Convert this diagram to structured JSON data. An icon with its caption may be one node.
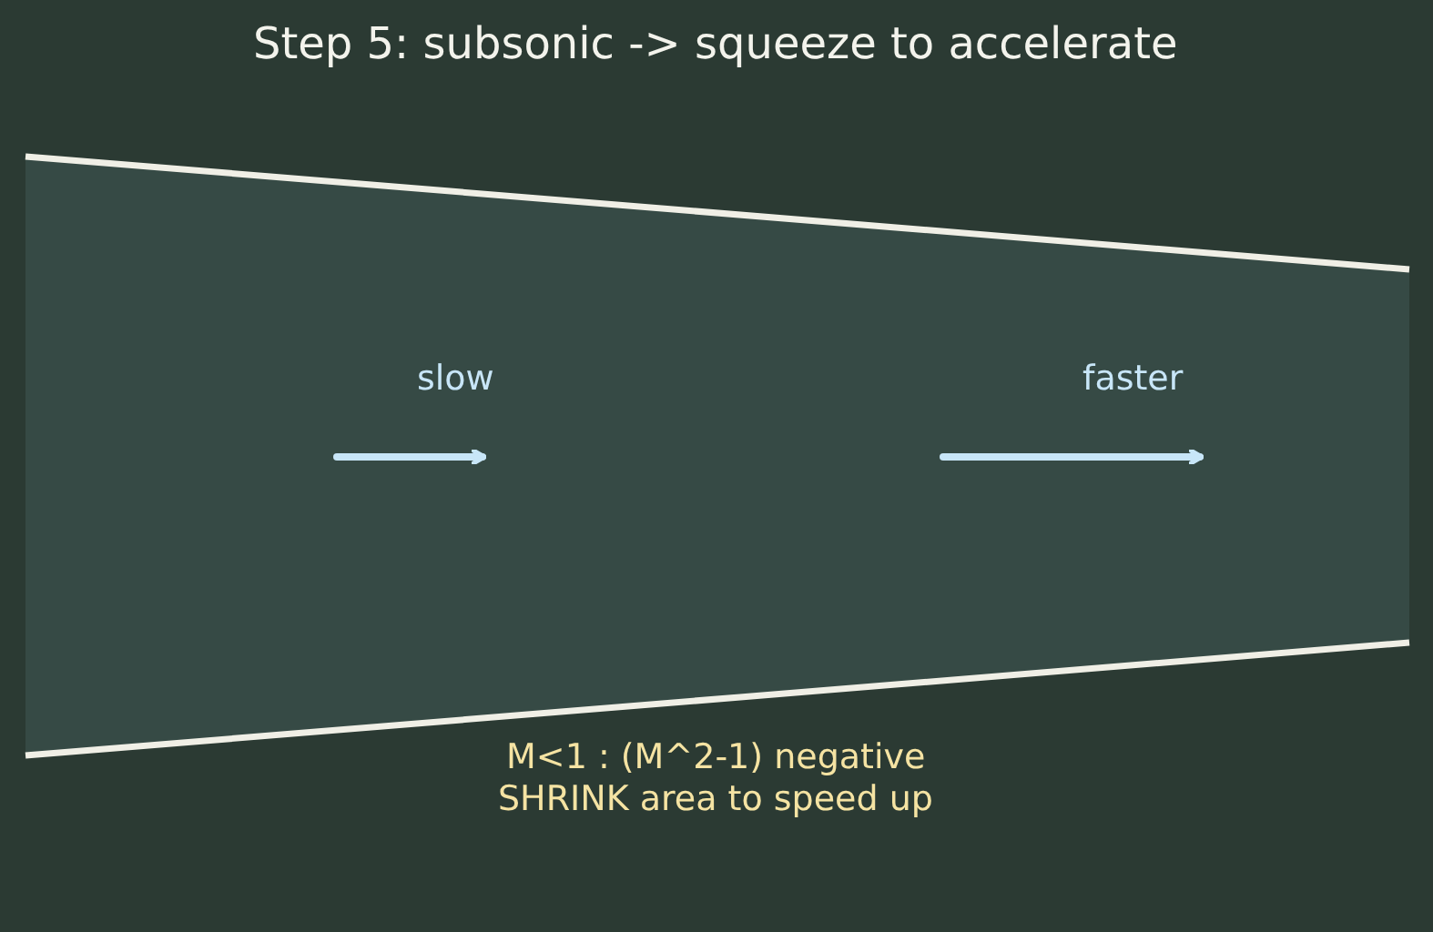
{
  "diagram": {
    "title": "Step 5: subsonic -> squeeze to accelerate",
    "labels": [
      "slow",
      "faster",
      "M<1 : (M^2-1) negative",
      "SHRINK area to speed up"
    ]
  }
}
